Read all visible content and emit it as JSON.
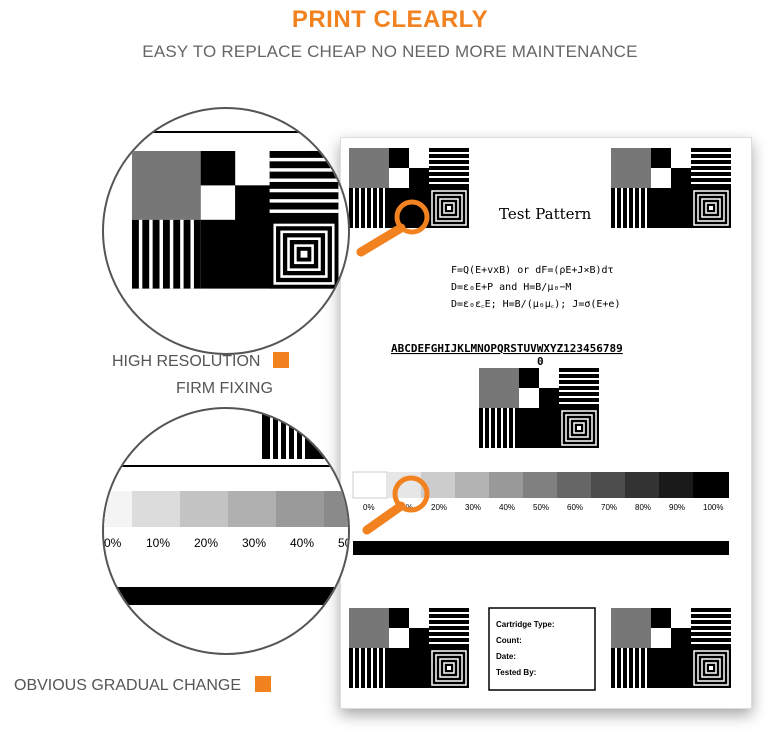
{
  "header": {
    "title": "PRINT CLEARLY",
    "subtitle": "EASY TO REPLACE CHEAP NO NEED MORE MAINTENANCE"
  },
  "features": {
    "high_resolution": "HIGH RESOLUTION",
    "firm_fixing": "FIRM FIXING",
    "gradual_change": "OBVIOUS GRADUAL CHANGE"
  },
  "page": {
    "heading": "Test Pattern",
    "formula_1": "F=Q(E+vxB)  or  dF=(ρE+J×B)dτ",
    "formula_2": "D=ε₀E+P   and   H=B/μ₀−M",
    "formula_3": "D=ε₀ε꜀E;  H=B/(μ₀μ꜀);  J=σ(E+e)",
    "alphabet": "ABCDEFGHIJKLMNOPQRSTUVWXYZ123456789",
    "alphabet_extra": "0",
    "gray_levels": [
      "0%",
      "10%",
      "20%",
      "30%",
      "40%",
      "50%",
      "60%",
      "70%",
      "80%",
      "90%",
      "100%"
    ],
    "card": {
      "type_label": "Cartridge Type:",
      "count_label": "Count:",
      "date_label": "Date:",
      "tested_label": "Tested By:"
    }
  },
  "zoom": {
    "levels": [
      "0%",
      "10%",
      "20%",
      "30%",
      "40%",
      "50"
    ]
  },
  "colors": {
    "accent": "#f2821f",
    "ring": "#f2821f"
  }
}
